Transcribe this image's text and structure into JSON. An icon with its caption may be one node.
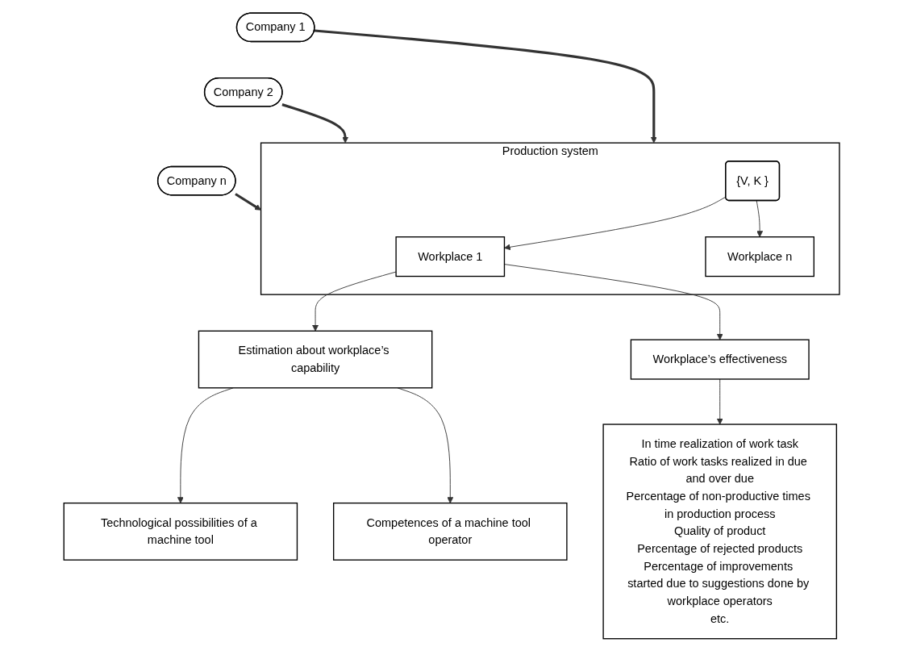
{
  "diagram": {
    "nodes": [
      {
        "text": [
          "Company 1"
        ]
      },
      {
        "text": [
          "Company 2"
        ]
      },
      {
        "text": [
          "Company n"
        ]
      },
      {
        "text": [
          "Production system"
        ]
      },
      {
        "text": [
          "Workplace 1"
        ],
        "in": 3
      },
      {
        "text": [
          "Workplace n"
        ],
        "in": 3
      },
      {
        "text": [
          "{V, K }"
        ],
        "in": 3
      },
      {
        "text": [
          "Estimation about workplace’s capability"
        ]
      },
      {
        "text": [
          "Workplace’s effectiveness"
        ]
      },
      {
        "text": [
          "Technological possibilities of a machine tool"
        ]
      },
      {
        "text": [
          "Competences of a machine tool operator"
        ]
      },
      {
        "text": [
          "In time realization of work task",
          "Ratio of work tasks realized in due and over due",
          "Percentage of non-productive times in production process",
          "Quality of product",
          "Percentage of rejected products",
          "Percentage of improvements started due to suggestions done by workplace operators",
          "etc."
        ]
      }
    ],
    "edges": [
      {
        "from": 0,
        "to": 3,
        "arrow": "to",
        "style": "thick"
      },
      {
        "from": 1,
        "to": 3,
        "arrow": "to",
        "style": "thick"
      },
      {
        "from": 2,
        "to": 3,
        "arrow": "to",
        "style": "thick"
      },
      {
        "from": 6,
        "to": 4,
        "arrow": "to"
      },
      {
        "from": 6,
        "to": 5,
        "arrow": "to"
      },
      {
        "from": 4,
        "to": 7,
        "arrow": "to"
      },
      {
        "from": 4,
        "to": 8,
        "arrow": "to"
      },
      {
        "from": 7,
        "to": 9,
        "arrow": "to"
      },
      {
        "from": 7,
        "to": 10,
        "arrow": "to"
      },
      {
        "from": 8,
        "to": 11,
        "arrow": "to"
      }
    ]
  }
}
